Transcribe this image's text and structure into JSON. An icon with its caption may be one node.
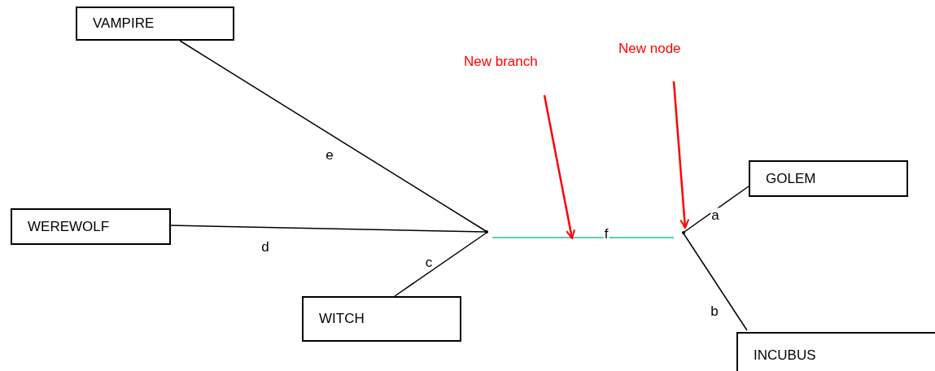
{
  "diagram": {
    "nodes": [
      {
        "text": [
          "VAMPIRE"
        ]
      },
      {
        "text": [
          "WEREWOLF"
        ]
      },
      {
        "text": [
          "WITCH"
        ]
      },
      {
        "text": [
          "GOLEM"
        ]
      },
      {
        "text": [
          "INCUBUS"
        ]
      },
      {
        "text": [],
        "shape": "dot"
      },
      {
        "text": [],
        "shape": "dot"
      },
      {
        "text": [
          "New branch"
        ]
      },
      {
        "text": [
          "New node"
        ]
      }
    ],
    "edges": [
      {
        "from": 0,
        "to": 5,
        "arrow": "none",
        "label": "e"
      },
      {
        "from": 1,
        "to": 5,
        "arrow": "none",
        "label": "d"
      },
      {
        "from": 2,
        "to": 5,
        "arrow": "none",
        "label": "c"
      },
      {
        "from": 5,
        "to": 6,
        "arrow": "none",
        "label": "f",
        "color": "#1dc49a"
      },
      {
        "from": 6,
        "to": 3,
        "arrow": "none",
        "label": "a"
      },
      {
        "from": 6,
        "to": 4,
        "arrow": "none",
        "label": "b"
      },
      {
        "from": 7,
        "to": null,
        "arrow": "to",
        "color": "#ff0000"
      },
      {
        "from": 8,
        "to": 6,
        "arrow": "to",
        "color": "#ff0000"
      }
    ]
  }
}
